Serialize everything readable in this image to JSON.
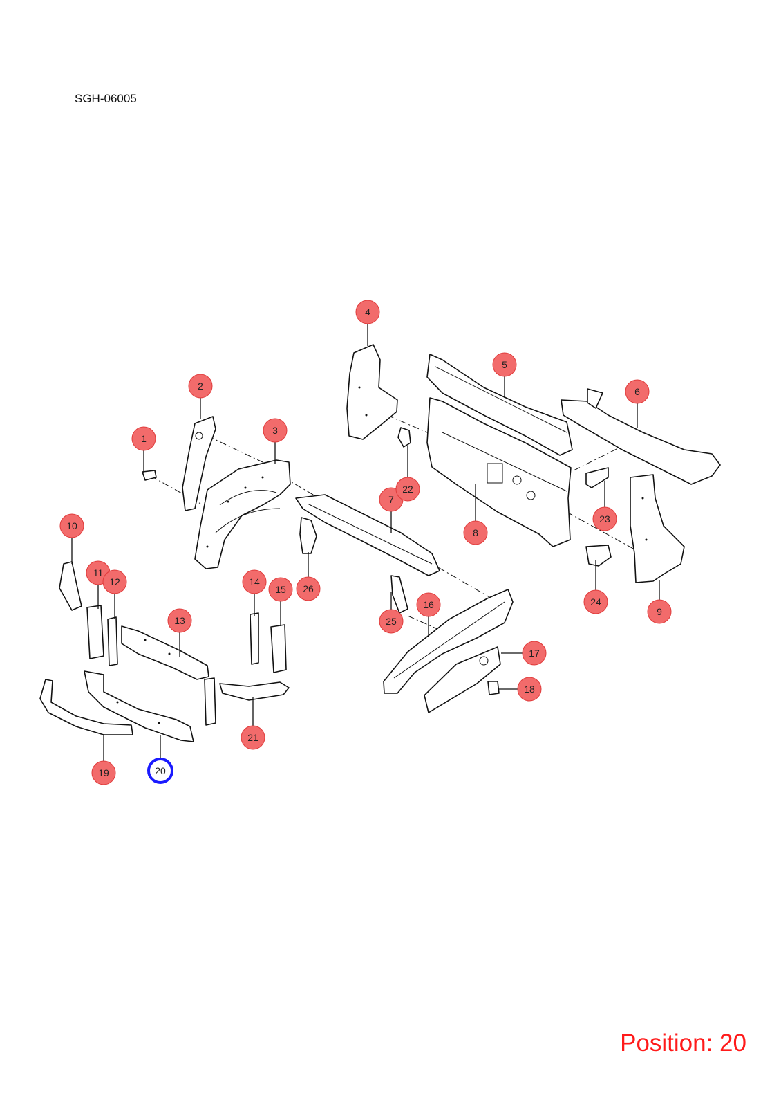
{
  "diagram_code": "SGH-06005",
  "position_text": "Position: 20",
  "selected_callout": "20",
  "colors": {
    "callout_fill": "#f26b6b",
    "callout_stroke": "#e03a3a",
    "selected_stroke": "#1a1aff",
    "position_text": "#ff1a1a",
    "line": "#111111"
  },
  "callouts": [
    "1",
    "2",
    "3",
    "4",
    "5",
    "6",
    "7",
    "8",
    "9",
    "10",
    "11",
    "12",
    "13",
    "14",
    "15",
    "16",
    "17",
    "18",
    "19",
    "20",
    "21",
    "22",
    "23",
    "24",
    "25",
    "26"
  ]
}
